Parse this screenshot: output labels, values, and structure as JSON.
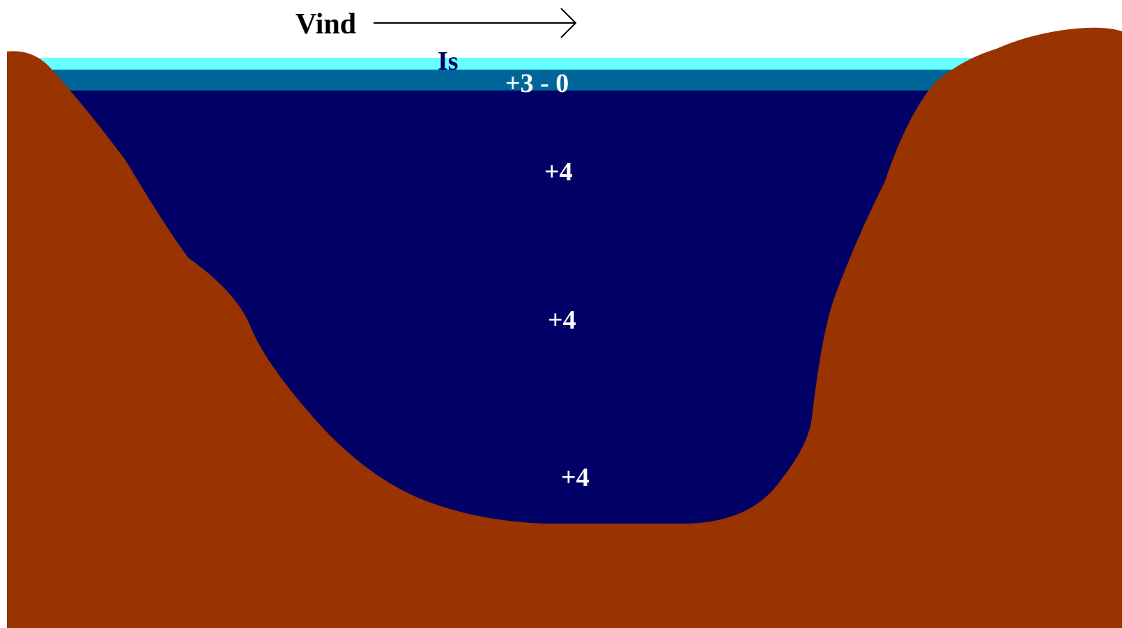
{
  "diagram": {
    "wind": {
      "label": "Vind",
      "direction": "right"
    },
    "ice": {
      "label": "Is"
    },
    "temperatures": {
      "surface": "+3 - 0",
      "upper": "+4",
      "middle": "+4",
      "bottom": "+4"
    },
    "colors": {
      "ground": "#993300",
      "ice": "#66ffff",
      "surface_layer": "#006699",
      "deep_water": "#000066",
      "ice_label": "#000066",
      "temp_text": "#ffffff",
      "wind": "#000000"
    }
  }
}
